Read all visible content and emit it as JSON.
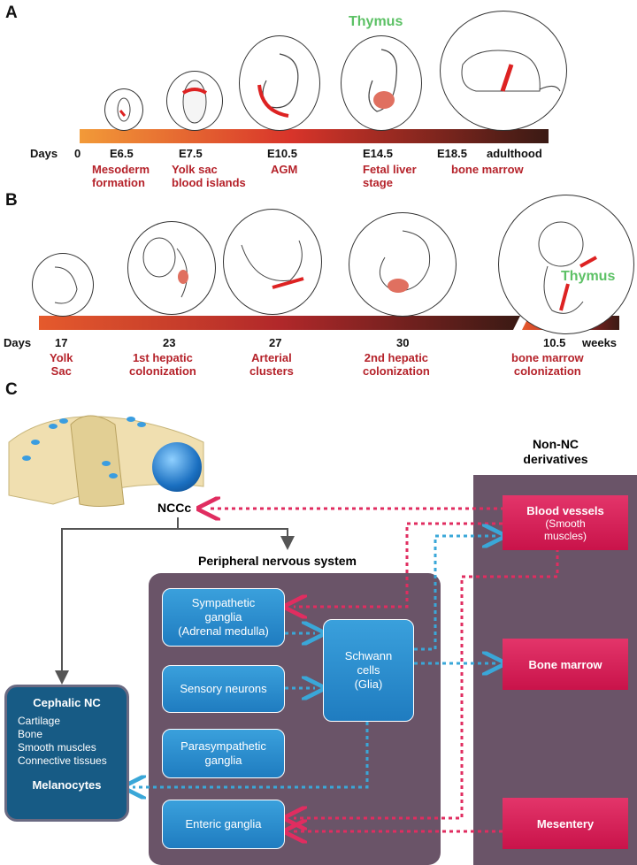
{
  "panel_a": {
    "letter": "A",
    "days_label": "Days",
    "ticks": [
      "0",
      "E6.5",
      "E7.5",
      "E10.5",
      "E14.5",
      "E18.5",
      "adulthood"
    ],
    "stages": [
      "Mesoderm\nformation",
      "Yolk sac\nblood islands",
      "AGM",
      "Fetal liver\nstage",
      "bone marrow"
    ],
    "thymus": "Thymus"
  },
  "panel_b": {
    "letter": "B",
    "days_label": "Days",
    "ticks": [
      "17",
      "23",
      "27",
      "30",
      "10.5",
      "weeks"
    ],
    "stages": [
      "Yolk\nSac",
      "1st hepatic\ncolonization",
      "Arterial\nclusters",
      "2nd hepatic\ncolonization",
      "bone marrow\ncolonization"
    ],
    "thymus": "Thymus"
  },
  "panel_c": {
    "letter": "C",
    "nccc": "NCCc",
    "pns_title": "Peripheral nervous system",
    "non_nc_title": "Non-NC\nderivatives",
    "pns_nodes": {
      "sympathetic": "Sympathetic\nganglia\n(Adrenal medulla)",
      "sensory": "Sensory neurons",
      "parasympathetic": "Parasympathetic\nganglia",
      "enteric": "Enteric ganglia",
      "schwann": "Schwann\ncells\n(Glia)"
    },
    "non_nc_nodes": {
      "blood_vessels": "Blood vessels",
      "blood_vessels_sub": "(Smooth\nmuscles)",
      "bone_marrow": "Bone marrow",
      "mesentery": "Mesentery"
    },
    "cephalic": {
      "title": "Cephalic NC",
      "items": [
        "Cartilage",
        "Bone",
        "Smooth muscles",
        "Connective tissues"
      ],
      "footer": "Melanocytes"
    }
  }
}
